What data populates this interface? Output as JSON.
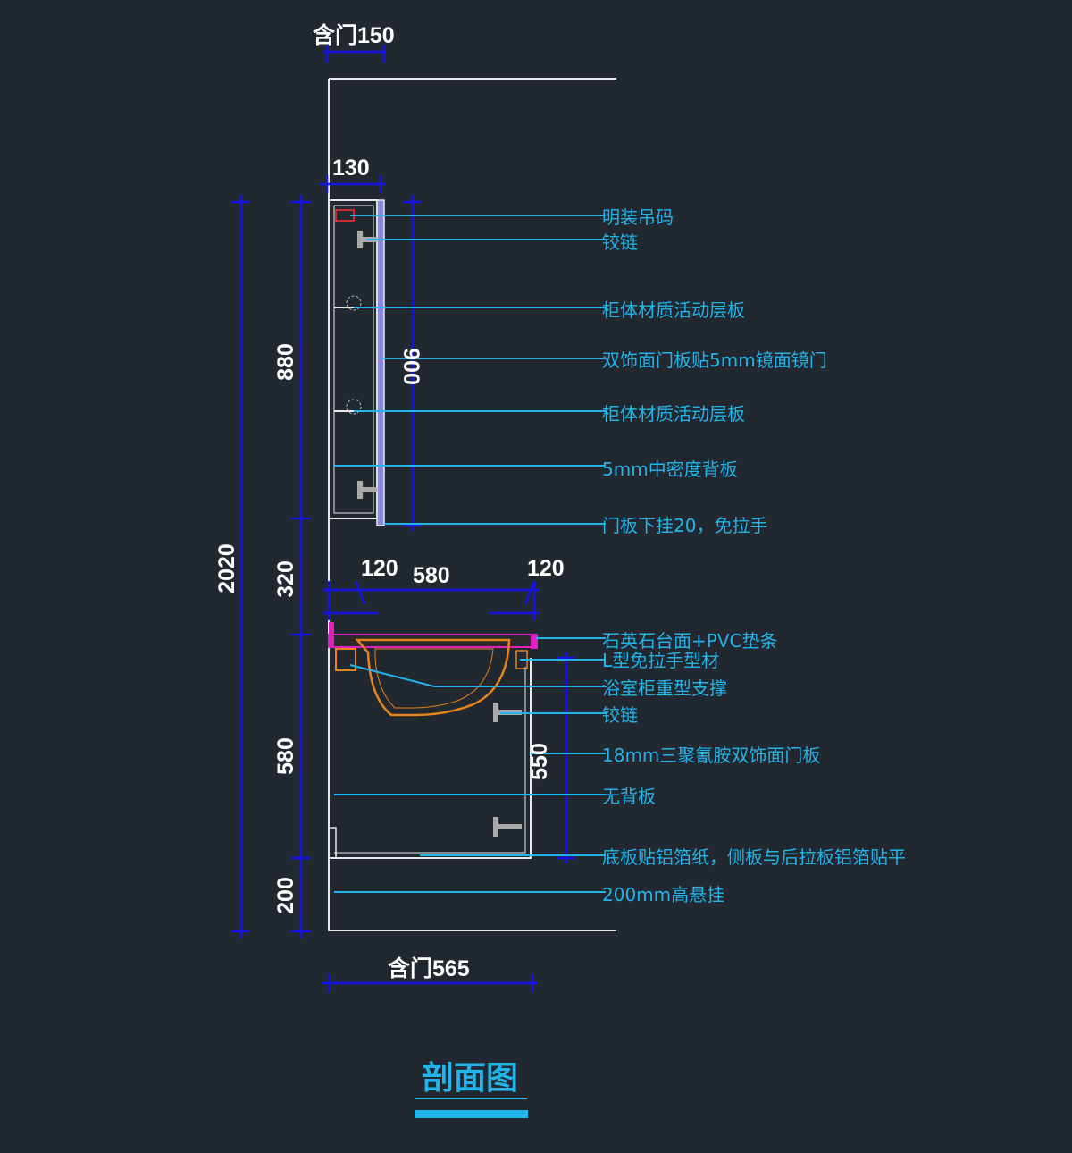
{
  "colors": {
    "background": "#212830",
    "dimension_line": "#1414e6",
    "leader_line": "#22b4ea",
    "outline": "#e8e8e8",
    "basin": "#e8841c",
    "countertop": "#e020c0",
    "mirror_door": "#8a8ae6"
  },
  "title": "剖面图",
  "dimensions": {
    "top_width": "含门150",
    "upper_depth": "130",
    "upper_height": "880",
    "door_height": "900",
    "total_height": "2020",
    "gap_height": "320",
    "left_overhang": "120",
    "counter_width": "580",
    "right_overhang": "120",
    "lower_height": "580",
    "door_lower_height": "550",
    "hang_height": "200",
    "bottom_width": "含门565"
  },
  "callouts": [
    {
      "text": "明装吊码"
    },
    {
      "text": "铰链"
    },
    {
      "text": "柜体材质活动层板"
    },
    {
      "text": "双饰面门板贴5mm镜面镜门"
    },
    {
      "text": "柜体材质活动层板"
    },
    {
      "text": "5mm中密度背板"
    },
    {
      "text": "门板下挂20，免拉手"
    },
    {
      "text": "石英石台面+PVC垫条"
    },
    {
      "text": "L型免拉手型材"
    },
    {
      "text": "浴室柜重型支撑"
    },
    {
      "text": "铰链"
    },
    {
      "text": "18mm三聚氰胺双饰面门板"
    },
    {
      "text": "无背板"
    },
    {
      "text": "底板贴铝箔纸，侧板与后拉板铝箔贴平"
    },
    {
      "text": "200mm高悬挂"
    }
  ]
}
